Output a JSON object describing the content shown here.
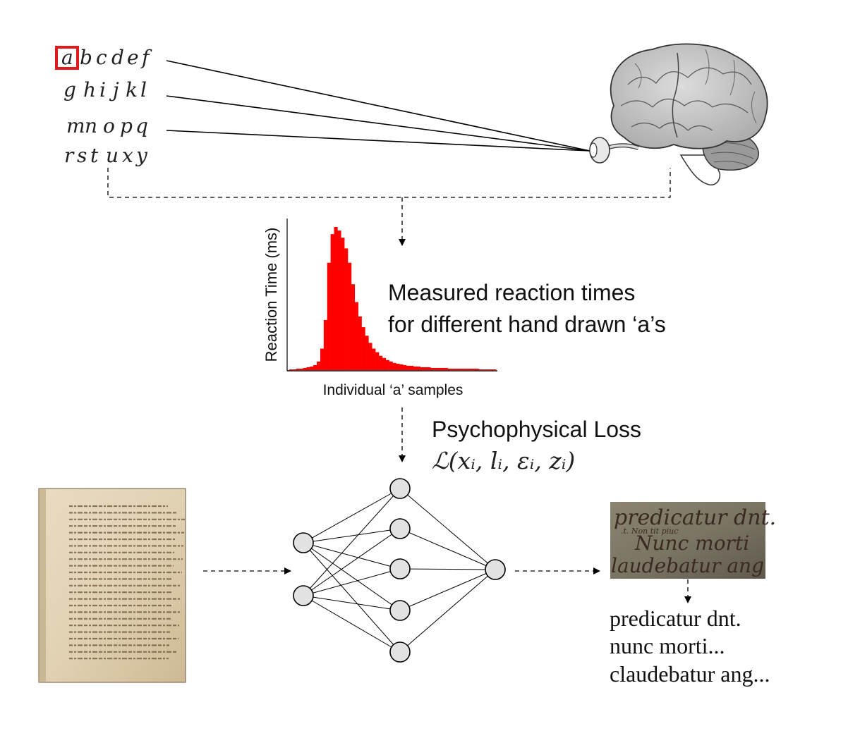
{
  "alphabet_rows": [
    [
      "a",
      "b",
      "c",
      "d",
      "e",
      "f"
    ],
    [
      "g",
      "h",
      "i",
      "j",
      "k",
      "l"
    ],
    [
      "m",
      "n",
      "o",
      "p",
      "q"
    ],
    [
      "r",
      "s",
      "t",
      "u",
      "x",
      "y"
    ]
  ],
  "highlight_color": "#e11b1b",
  "histogram": {
    "ylabel": "Reaction Time (ms)",
    "xlabel": "Individual ‘a’ samples",
    "bar_color": "#ff0000"
  },
  "measured_label": {
    "line1": "Measured reaction times",
    "line2": "for different hand drawn ‘a’s"
  },
  "loss_label": {
    "title": "Psychophysical Loss",
    "formula": "ℒ(xᵢ, lᵢ, εᵢ, zᵢ)"
  },
  "network": {
    "input_nodes": 2,
    "hidden_nodes": 5,
    "output_nodes": 1
  },
  "crop_text": {
    "line1": "predicatur dnt.",
    "line1_small": ".t.  Non tit piuc",
    "line2": "Nunc morti",
    "line3": "laudebatur ang"
  },
  "transcription": [
    "predicatur dnt.",
    "nunc morti...",
    "claudebatur ang..."
  ],
  "chart_data": {
    "type": "bar",
    "xlabel": "Individual ‘a’ samples",
    "ylabel": "Reaction Time (ms)",
    "description_values": [
      1,
      1,
      2,
      2,
      3,
      4,
      5,
      7,
      12,
      30,
      70,
      150,
      190,
      200,
      195,
      185,
      170,
      150,
      120,
      95,
      75,
      60,
      48,
      38,
      30,
      25,
      20,
      17,
      14,
      12,
      10,
      9,
      8,
      7,
      6,
      6,
      5,
      5,
      4,
      4,
      4,
      3,
      3,
      3,
      3,
      3,
      2,
      2,
      2,
      2,
      2,
      2,
      2,
      2,
      2,
      1,
      1,
      1,
      1,
      1
    ]
  }
}
